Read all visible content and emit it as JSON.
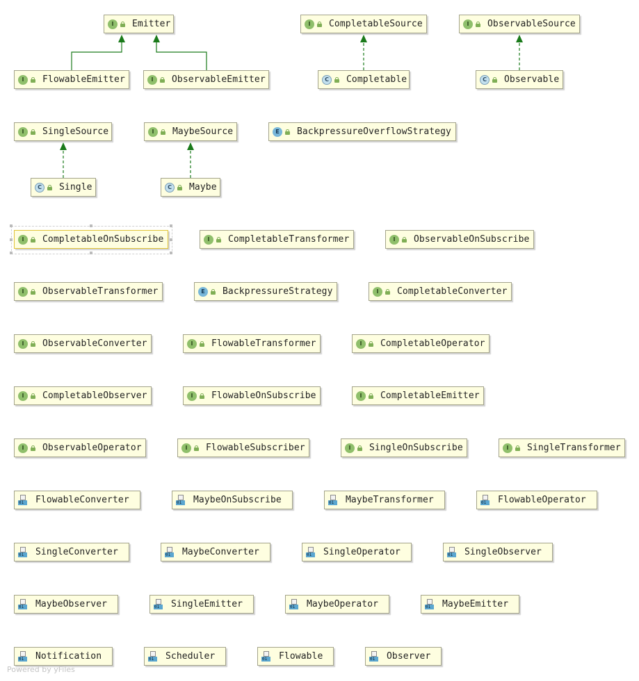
{
  "diagram": {
    "footer": "Powered by yFiles",
    "glyph_letters": {
      "I": "I",
      "C": "C",
      "E": "E"
    },
    "file_glyph_text": "01",
    "colors": {
      "node_fill": "#fefee0",
      "node_border": "#a3a38a",
      "selected_border": "#e1c335",
      "edge_green": "#1a7a1a",
      "interface_glyph": "#8fbf6b",
      "class_glyph": "#c3e0ee",
      "enum_glyph": "#78b7d9"
    },
    "nodes": [
      {
        "id": "Emitter",
        "label": "Emitter",
        "kind": "I"
      },
      {
        "id": "FlowableEmitter",
        "label": "FlowableEmitter",
        "kind": "I"
      },
      {
        "id": "ObservableEmitter",
        "label": "ObservableEmitter",
        "kind": "I"
      },
      {
        "id": "CompletableSource",
        "label": "CompletableSource",
        "kind": "I"
      },
      {
        "id": "Completable",
        "label": "Completable",
        "kind": "C"
      },
      {
        "id": "ObservableSource",
        "label": "ObservableSource",
        "kind": "I"
      },
      {
        "id": "Observable",
        "label": "Observable",
        "kind": "C"
      },
      {
        "id": "SingleSource",
        "label": "SingleSource",
        "kind": "I"
      },
      {
        "id": "Single",
        "label": "Single",
        "kind": "C"
      },
      {
        "id": "MaybeSource",
        "label": "MaybeSource",
        "kind": "I"
      },
      {
        "id": "Maybe",
        "label": "Maybe",
        "kind": "C"
      },
      {
        "id": "BackpressureOverflowStrategy",
        "label": "BackpressureOverflowStrategy",
        "kind": "E"
      },
      {
        "id": "CompletableOnSubscribe",
        "label": "CompletableOnSubscribe",
        "kind": "I",
        "selected": true
      },
      {
        "id": "CompletableTransformer",
        "label": "CompletableTransformer",
        "kind": "I"
      },
      {
        "id": "ObservableOnSubscribe",
        "label": "ObservableOnSubscribe",
        "kind": "I"
      },
      {
        "id": "ObservableTransformer",
        "label": "ObservableTransformer",
        "kind": "I"
      },
      {
        "id": "BackpressureStrategy",
        "label": "BackpressureStrategy",
        "kind": "E"
      },
      {
        "id": "CompletableConverter",
        "label": "CompletableConverter",
        "kind": "I"
      },
      {
        "id": "ObservableConverter",
        "label": "ObservableConverter",
        "kind": "I"
      },
      {
        "id": "FlowableTransformer",
        "label": "FlowableTransformer",
        "kind": "I"
      },
      {
        "id": "CompletableOperator",
        "label": "CompletableOperator",
        "kind": "I"
      },
      {
        "id": "CompletableObserver",
        "label": "CompletableObserver",
        "kind": "I"
      },
      {
        "id": "FlowableOnSubscribe",
        "label": "FlowableOnSubscribe",
        "kind": "I"
      },
      {
        "id": "CompletableEmitter",
        "label": "CompletableEmitter",
        "kind": "I"
      },
      {
        "id": "ObservableOperator",
        "label": "ObservableOperator",
        "kind": "I"
      },
      {
        "id": "FlowableSubscriber",
        "label": "FlowableSubscriber",
        "kind": "I"
      },
      {
        "id": "SingleOnSubscribe",
        "label": "SingleOnSubscribe",
        "kind": "I"
      },
      {
        "id": "SingleTransformer",
        "label": "SingleTransformer",
        "kind": "I"
      },
      {
        "id": "FlowableConverter",
        "label": "FlowableConverter",
        "kind": "F"
      },
      {
        "id": "MaybeOnSubscribe",
        "label": "MaybeOnSubscribe",
        "kind": "F"
      },
      {
        "id": "MaybeTransformer",
        "label": "MaybeTransformer",
        "kind": "F"
      },
      {
        "id": "FlowableOperator",
        "label": "FlowableOperator",
        "kind": "F"
      },
      {
        "id": "SingleConverter",
        "label": "SingleConverter",
        "kind": "F"
      },
      {
        "id": "MaybeConverter",
        "label": "MaybeConverter",
        "kind": "F"
      },
      {
        "id": "SingleOperator",
        "label": "SingleOperator",
        "kind": "F"
      },
      {
        "id": "SingleObserver",
        "label": "SingleObserver",
        "kind": "F"
      },
      {
        "id": "MaybeObserver",
        "label": "MaybeObserver",
        "kind": "F"
      },
      {
        "id": "SingleEmitter",
        "label": "SingleEmitter",
        "kind": "F"
      },
      {
        "id": "MaybeOperator",
        "label": "MaybeOperator",
        "kind": "F"
      },
      {
        "id": "MaybeEmitter",
        "label": "MaybeEmitter",
        "kind": "F"
      },
      {
        "id": "Notification",
        "label": "Notification",
        "kind": "F"
      },
      {
        "id": "Scheduler",
        "label": "Scheduler",
        "kind": "F"
      },
      {
        "id": "Flowable",
        "label": "Flowable",
        "kind": "F"
      },
      {
        "id": "Observer",
        "label": "Observer",
        "kind": "F"
      }
    ],
    "edges": [
      {
        "from": "FlowableEmitter",
        "to": "Emitter",
        "type": "extends"
      },
      {
        "from": "ObservableEmitter",
        "to": "Emitter",
        "type": "extends"
      },
      {
        "from": "Completable",
        "to": "CompletableSource",
        "type": "implements"
      },
      {
        "from": "Observable",
        "to": "ObservableSource",
        "type": "implements"
      },
      {
        "from": "Single",
        "to": "SingleSource",
        "type": "implements"
      },
      {
        "from": "Maybe",
        "to": "MaybeSource",
        "type": "implements"
      }
    ]
  }
}
